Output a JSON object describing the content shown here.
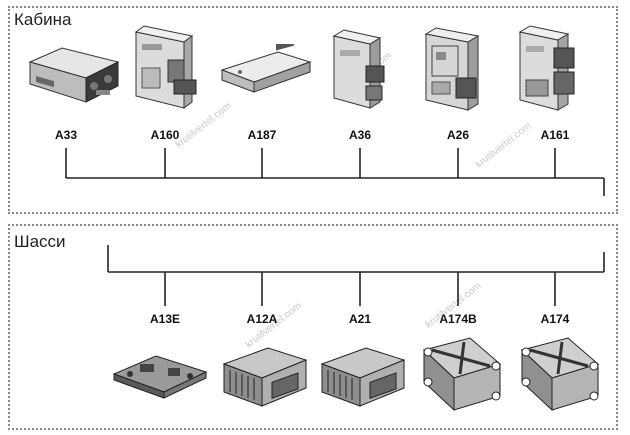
{
  "sections": {
    "cabin": {
      "title": "Кабина",
      "modules": [
        {
          "label": "A33",
          "icon": "radio-unit-icon"
        },
        {
          "label": "A160",
          "icon": "control-module-icon"
        },
        {
          "label": "A187",
          "icon": "flat-module-icon"
        },
        {
          "label": "A36",
          "icon": "control-module-icon"
        },
        {
          "label": "A26",
          "icon": "control-module-icon"
        },
        {
          "label": "A161",
          "icon": "control-module-icon"
        }
      ]
    },
    "chassis": {
      "title": "Шасси",
      "modules": [
        {
          "label": "A13E",
          "icon": "bracket-module-icon"
        },
        {
          "label": "A12A",
          "icon": "ecu-icon"
        },
        {
          "label": "A21",
          "icon": "ecu-icon"
        },
        {
          "label": "A174B",
          "icon": "ecu-cross-icon"
        },
        {
          "label": "A174",
          "icon": "ecu-cross-icon"
        }
      ]
    }
  },
  "watermark": "krutilvertel.com"
}
